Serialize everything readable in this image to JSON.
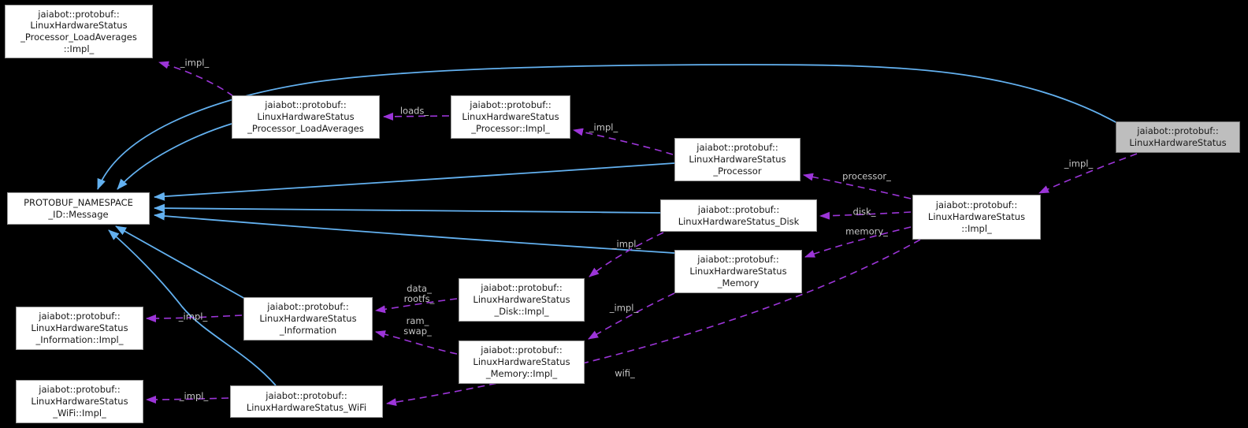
{
  "diagram": {
    "kind": "doxygen-collaboration-graph",
    "main_class": "jaiabot::protobuf::LinuxHardwareStatus"
  },
  "colors": {
    "background": "#000000",
    "inheritance": "#63b1f0",
    "usage": "#9c35d8",
    "node_fill": "#ffffff",
    "node_border": "#9a9a9a",
    "main_fill": "#bebebe",
    "main_border": "#6f6f6f",
    "text": "#191919",
    "label": "#c6c6c6"
  },
  "nodes": [
    {
      "name": "loadaverages-impl",
      "label": "jaiabot::protobuf::\nLinuxHardwareStatus\n_Processor_LoadAverages\n::Impl_"
    },
    {
      "name": "loadaverages",
      "label": "jaiabot::protobuf::\nLinuxHardwareStatus\n_Processor_LoadAverages"
    },
    {
      "name": "processor-impl",
      "label": "jaiabot::protobuf::\nLinuxHardwareStatus\n_Processor::Impl_"
    },
    {
      "name": "processor",
      "label": "jaiabot::protobuf::\nLinuxHardwareStatus\n_Processor"
    },
    {
      "name": "linuxhardwarestatus",
      "label": "jaiabot::protobuf::\nLinuxHardwareStatus"
    },
    {
      "name": "protobuf-message",
      "label": "PROTOBUF_NAMESPACE\n_ID::Message"
    },
    {
      "name": "disk",
      "label": "jaiabot::protobuf::\nLinuxHardwareStatus_Disk"
    },
    {
      "name": "linuxhardwarestatus-impl",
      "label": "jaiabot::protobuf::\nLinuxHardwareStatus\n::Impl_"
    },
    {
      "name": "memory",
      "label": "jaiabot::protobuf::\nLinuxHardwareStatus\n_Memory"
    },
    {
      "name": "disk-impl",
      "label": "jaiabot::protobuf::\nLinuxHardwareStatus\n_Disk::Impl_"
    },
    {
      "name": "information",
      "label": "jaiabot::protobuf::\nLinuxHardwareStatus\n_Information"
    },
    {
      "name": "information-impl",
      "label": "jaiabot::protobuf::\nLinuxHardwareStatus\n_Information::Impl_"
    },
    {
      "name": "memory-impl",
      "label": "jaiabot::protobuf::\nLinuxHardwareStatus\n_Memory::Impl_"
    },
    {
      "name": "wifi-impl",
      "label": "jaiabot::protobuf::\nLinuxHardwareStatus\n_WiFi::Impl_"
    },
    {
      "name": "wifi",
      "label": "jaiabot::protobuf::\nLinuxHardwareStatus_WiFi"
    }
  ],
  "edge_labels": [
    {
      "name": "impl-loadaverages",
      "text": "_impl_"
    },
    {
      "name": "loads",
      "text": "loads_"
    },
    {
      "name": "impl-processor",
      "text": "_impl_"
    },
    {
      "name": "processor",
      "text": "processor_"
    },
    {
      "name": "impl-linuxhardwarestatus",
      "text": "_impl_"
    },
    {
      "name": "disk",
      "text": "disk_"
    },
    {
      "name": "memory",
      "text": "memory_"
    },
    {
      "name": "impl-disk",
      "text": "_impl_"
    },
    {
      "name": "data-rootfs",
      "text": "data_\nrootfs_"
    },
    {
      "name": "ram-swap",
      "text": "ram_\nswap_"
    },
    {
      "name": "impl-memory",
      "text": "_impl_"
    },
    {
      "name": "impl-information",
      "text": "_impl_"
    },
    {
      "name": "wifi",
      "text": "wifi_"
    },
    {
      "name": "impl-wifi",
      "text": "_impl_"
    }
  ]
}
